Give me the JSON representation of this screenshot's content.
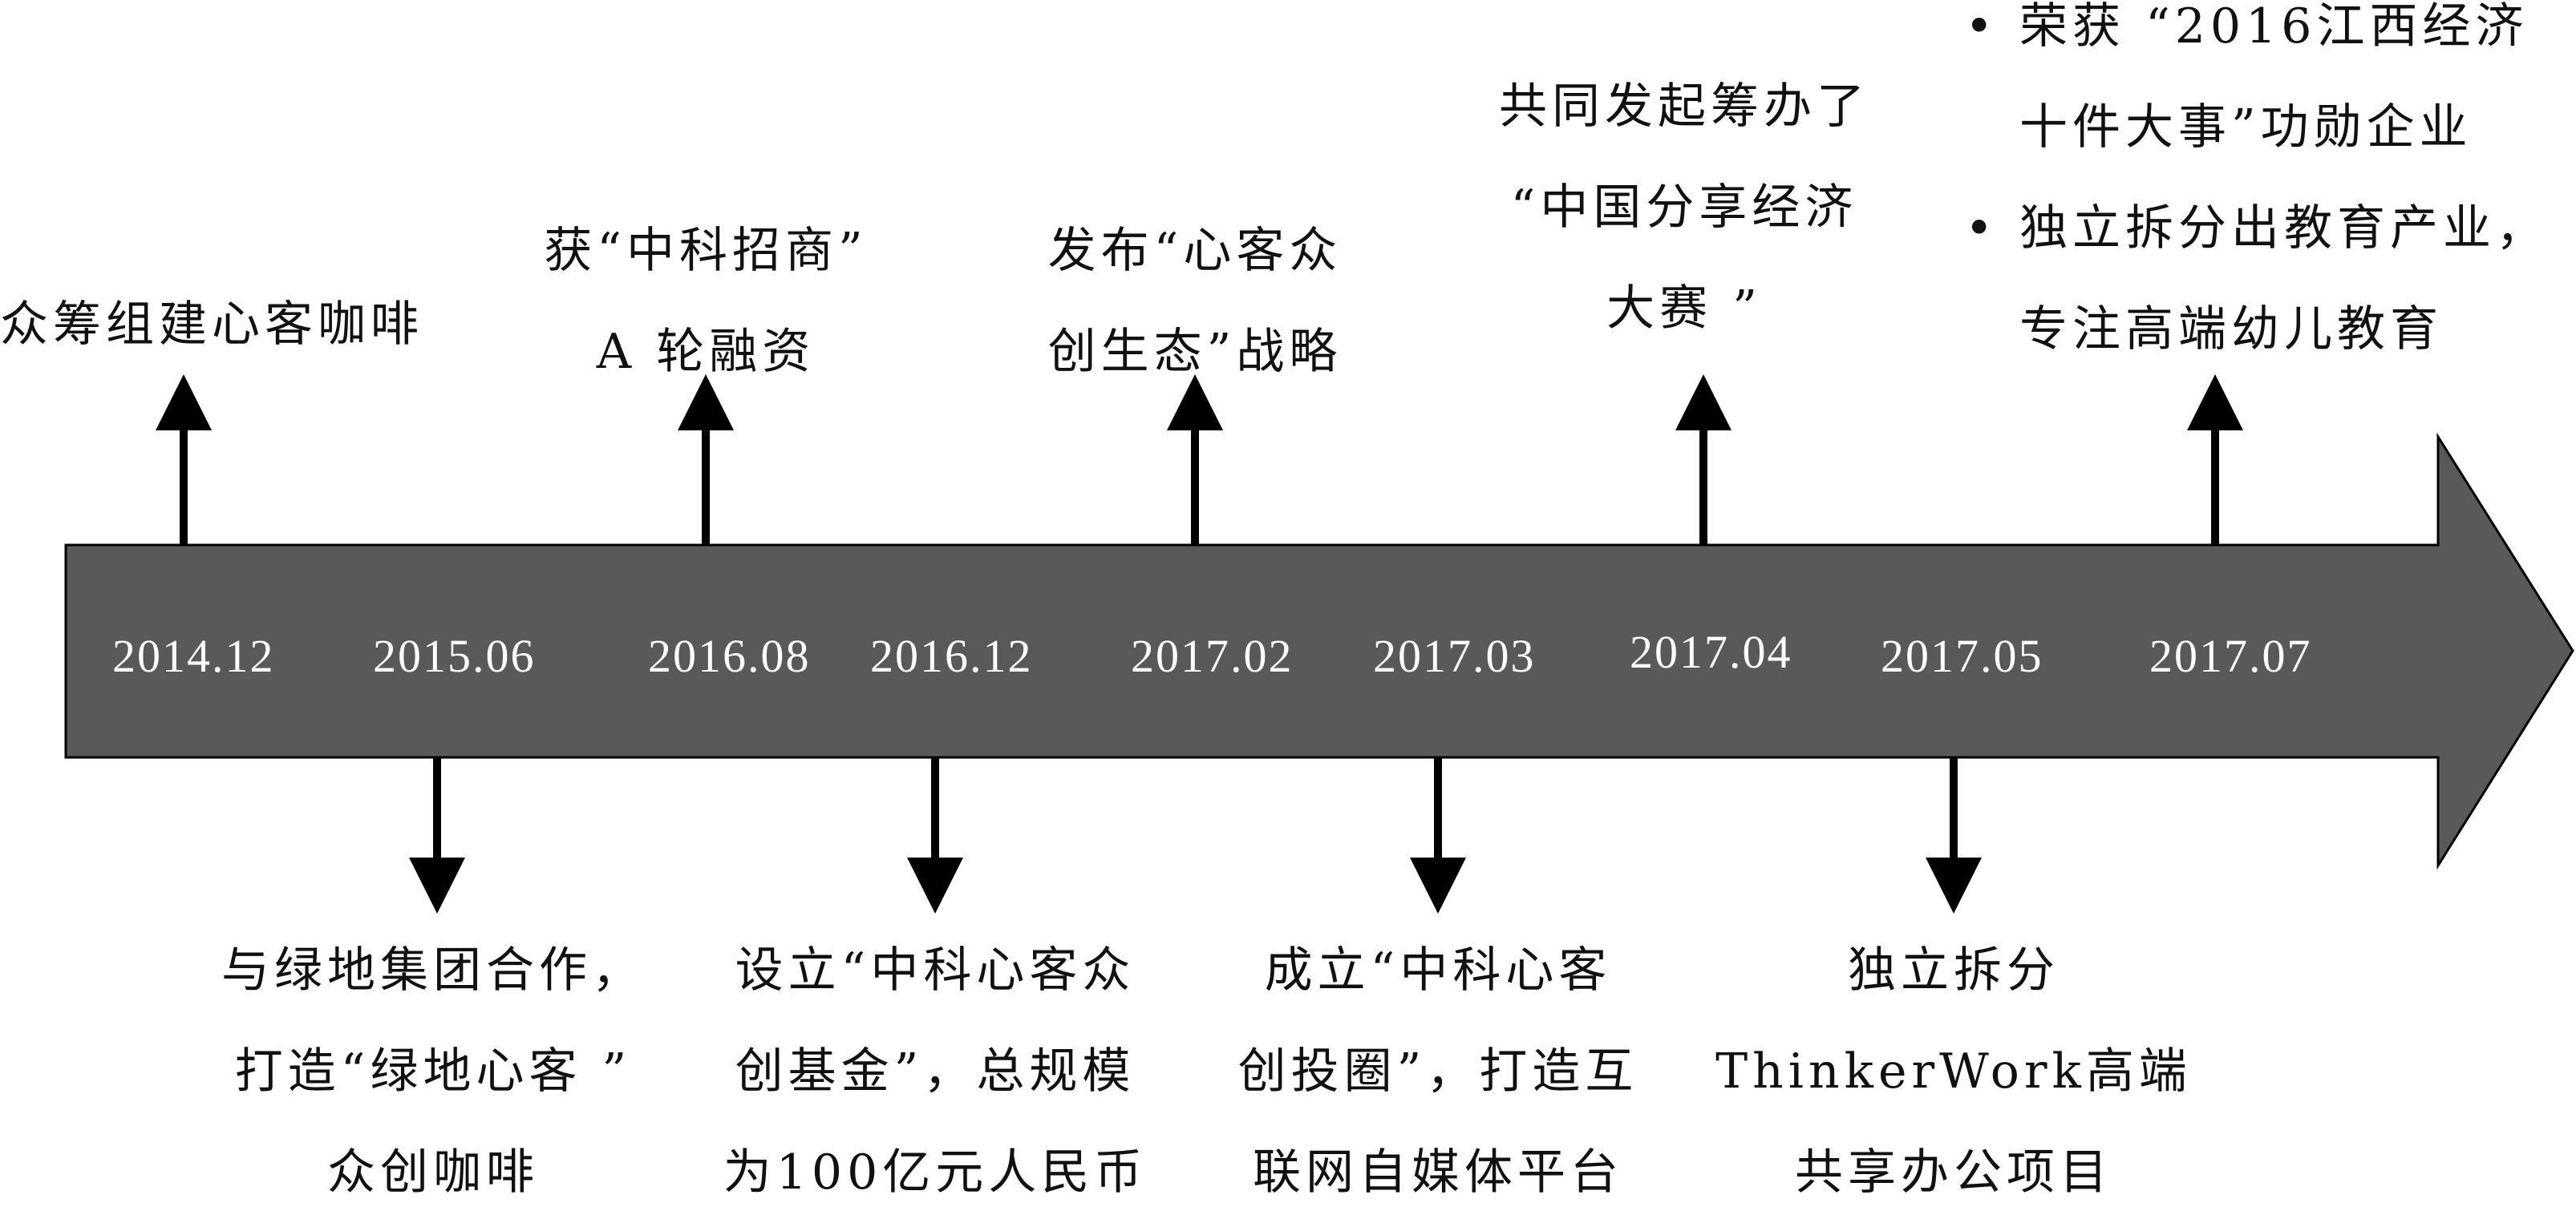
{
  "colors": {
    "arrow_fill": "#595959",
    "arrow_stroke": "#000000",
    "date_text": "#ffffff",
    "text": "#111111"
  },
  "timeline": {
    "dates": [
      "2014.12",
      "2015.06",
      "2016.08",
      "2016.12",
      "2017.02",
      "2017.03",
      "2017.04",
      "2017.05",
      "2017.07"
    ],
    "events_above": [
      {
        "date": "2014.12",
        "lines": [
          "众筹组建心客咖啡"
        ]
      },
      {
        "date": "2016.08",
        "lines": [
          "获“中科招商”",
          "A 轮融资"
        ]
      },
      {
        "date": "2017.02",
        "lines": [
          "发布“心客众",
          "创生态”战略"
        ]
      },
      {
        "date": "2017.04",
        "lines": [
          "共同发起筹办了",
          "“中国分享经济",
          "大赛 ”"
        ]
      },
      {
        "date": "2017.07",
        "bullet": "•",
        "bullets": [
          [
            "荣获 “2016江西经济",
            "十件大事”功勋企业"
          ],
          [
            "独立拆分出教育产业，",
            "专注高端幼儿教育"
          ]
        ]
      }
    ],
    "events_below": [
      {
        "date": "2015.06",
        "lines": [
          "与绿地集团合作，",
          "打造“绿地心客 ”",
          "众创咖啡"
        ]
      },
      {
        "date": "2016.12",
        "lines": [
          "设立“中科心客众",
          "创基金”，总规模",
          "为100亿元人民币"
        ]
      },
      {
        "date": "2017.03",
        "lines": [
          "成立“中科心客",
          "创投圈”，打造互",
          "联网自媒体平台"
        ]
      },
      {
        "date": "2017.05",
        "lines": [
          "独立拆分",
          "ThinkerWork高端",
          "共享办公项目"
        ]
      }
    ]
  }
}
